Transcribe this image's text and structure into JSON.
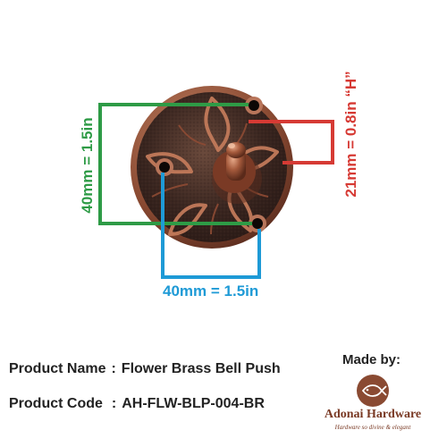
{
  "dimensions": {
    "width_label": "40mm = 1.5in",
    "height_label": "40mm = 1.5in",
    "projection_label": "21mm = 0.8in “H”",
    "colors": {
      "width": "#1e9ad6",
      "height": "#2e9b46",
      "projection": "#d63a34"
    }
  },
  "product": {
    "name_label": "Product Name",
    "name_value": "Flower Brass Bell Push",
    "code_label": "Product Code",
    "code_value": "AH-FLW-BLP-004-BR",
    "separator": ":"
  },
  "brand": {
    "made_by": "Made by:",
    "name": "Adonai Hardware",
    "tagline": "Hardware so divine & elegant",
    "logo_icon": "fish-icon",
    "color": "#7a3a25"
  }
}
